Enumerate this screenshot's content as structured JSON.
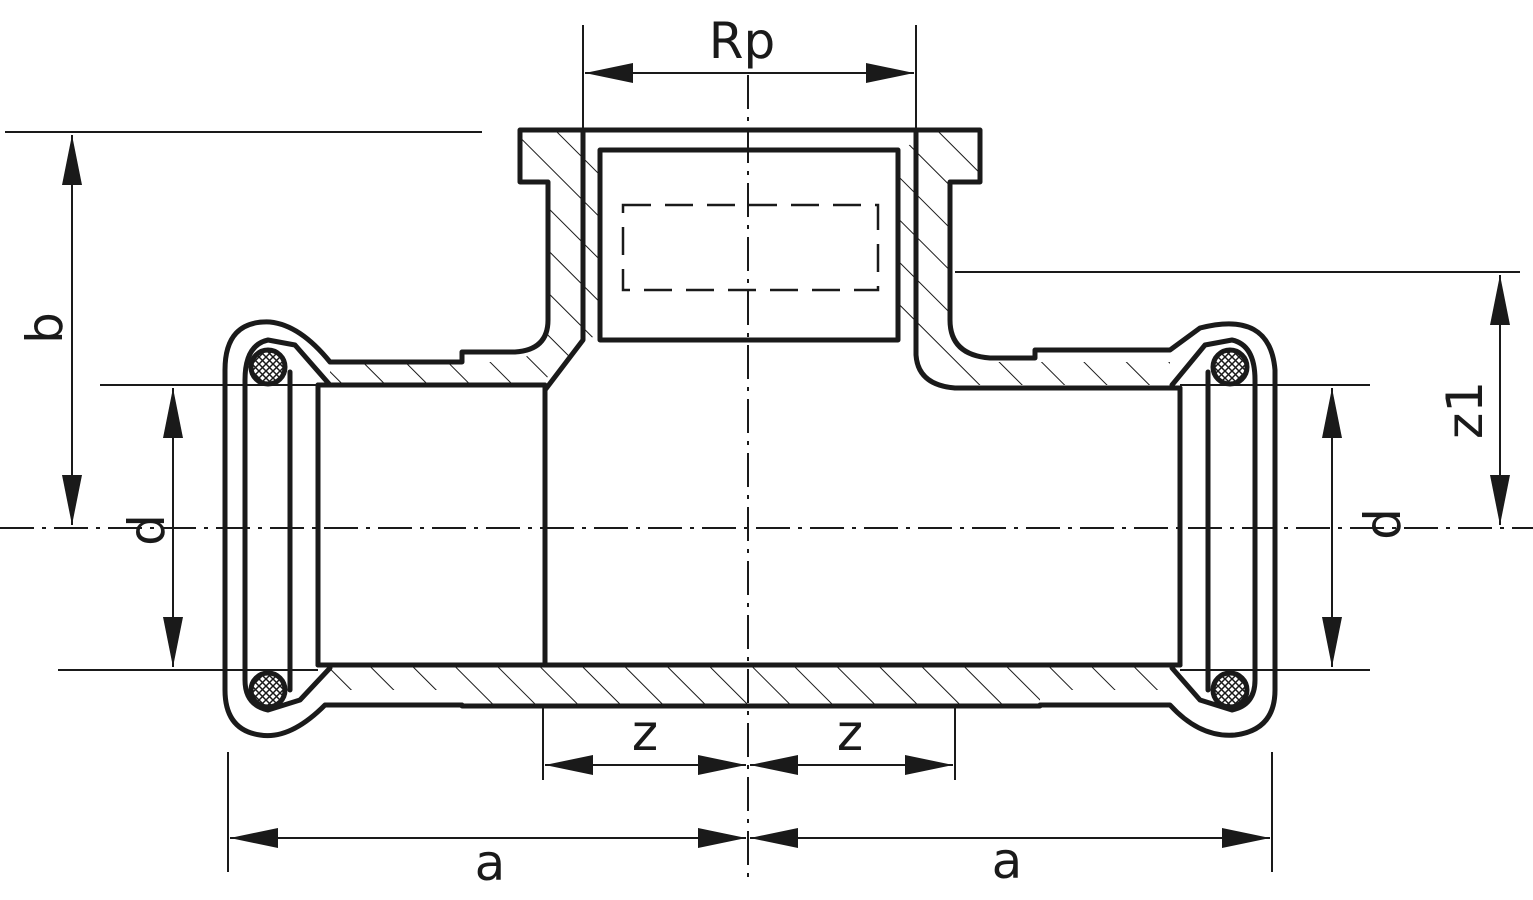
{
  "diagram": {
    "colors": {
      "ink": "#1a1a1a",
      "background": "#ffffff"
    },
    "labels": {
      "rp": "Rp",
      "b": "b",
      "z1": "z1",
      "d_left": "d",
      "d_right": "d",
      "z_left": "z",
      "z_right": "z",
      "a_left": "a",
      "a_right": "a"
    }
  }
}
